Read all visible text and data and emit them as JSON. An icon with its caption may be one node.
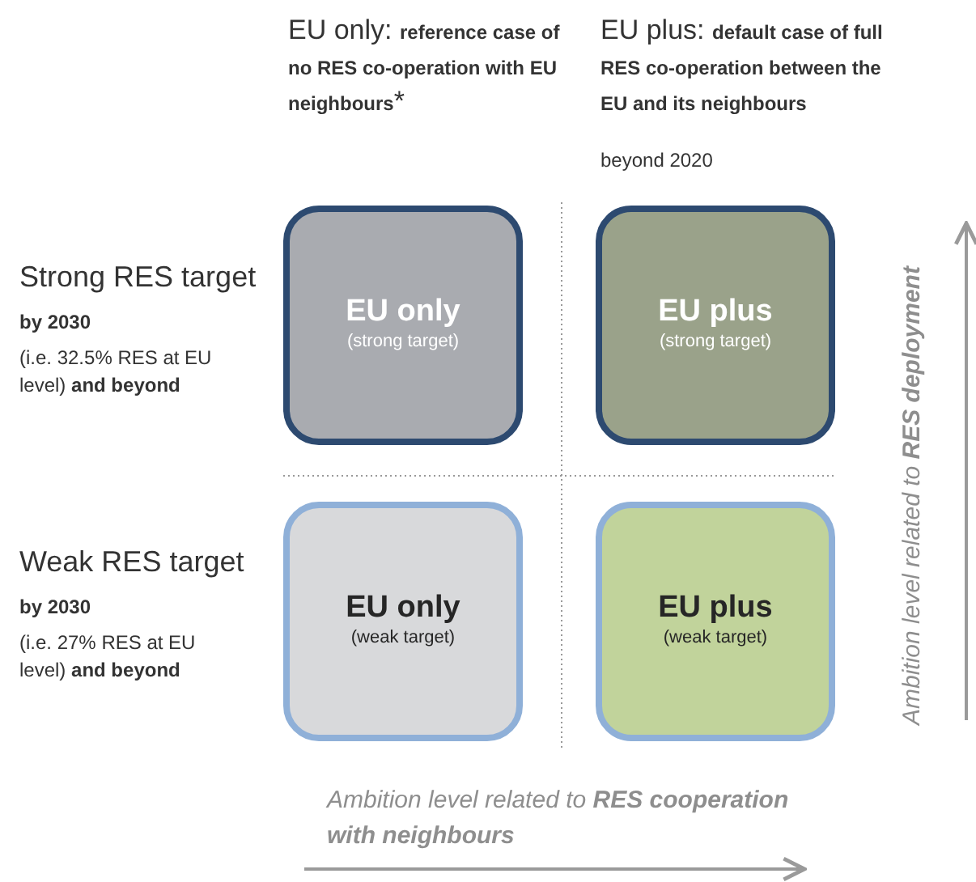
{
  "diagram": {
    "nodes": [
      {
        "text": [
          "EU only",
          "(strong target)"
        ]
      },
      {
        "text": [
          "EU plus",
          "(strong target)"
        ]
      },
      {
        "text": [
          "EU only",
          "(weak target)"
        ]
      },
      {
        "text": [
          "EU plus",
          "(weak target)"
        ]
      }
    ],
    "labels": [
      "EU only: **reference case of no RES co-operation with EU neighbours***",
      "EU plus: **default case of full RES co-operation between the EU and its neighbours**",
      "beyond 2020",
      "Strong RES target **by 2030**",
      "(i.e. 32.5% RES at EU level) **and beyond**",
      "Weak RES target **by 2030**",
      "(i.e. 27% RES at EU level) **and beyond**",
      "Ambition level related to **RES cooperation with neighbours**",
      "Ambition level related to **RES deployment**"
    ]
  }
}
